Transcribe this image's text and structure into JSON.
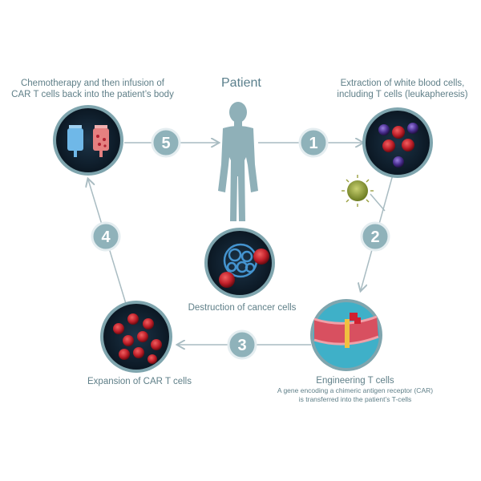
{
  "patient_label": "Patient",
  "steps": {
    "s1": "1",
    "s2": "2",
    "s3": "3",
    "s4": "4",
    "s5": "5"
  },
  "labels": {
    "chemo_line1": "Chemotherapy and then infusion of",
    "chemo_line2": "CAR T cells back into the patient’s body",
    "extraction_line1": "Extraction of white blood cells,",
    "extraction_line2": "including T cells (leukapheresis)",
    "destruction": "Destruction of cancer cells",
    "expansion": "Expansion of CAR T cells",
    "engineering_title": "Engineering T cells",
    "engineering_desc1": "A gene encoding a chimeric antigen receptor (CAR)",
    "engineering_desc2": "is transferred into the patient’s T-cells"
  },
  "colors": {
    "line": "#a9bcc2",
    "badge": "#8fb2ba",
    "badge_ring": "#e4edf0",
    "circle_dark": "#0f1c28",
    "circle_ring": "#7fa5ae",
    "patient": "#8fb0b8",
    "red_cell": "#c5242c",
    "purple_cell": "#5a3d9c"
  }
}
